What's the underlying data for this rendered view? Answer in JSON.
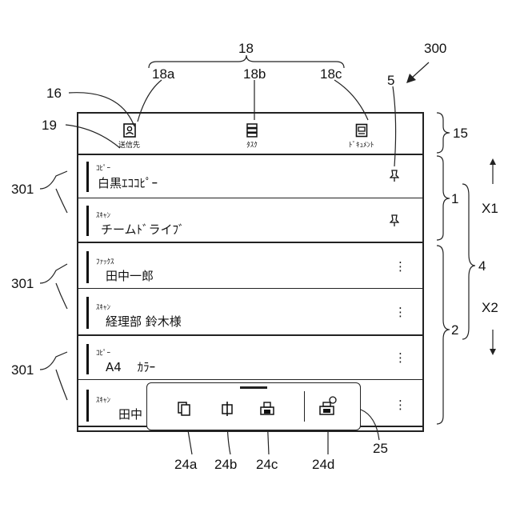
{
  "ref": {
    "r18": "18",
    "r18a": "18a",
    "r18b": "18b",
    "r18c": "18c",
    "r300": "300",
    "r16": "16",
    "r5": "5",
    "r19": "19",
    "r15": "15",
    "r301a": "301",
    "r301b": "301",
    "r301c": "301",
    "r1": "1",
    "r2": "2",
    "r4": "4",
    "rX1": "X1",
    "rX2": "X2",
    "r24a": "24a",
    "r24b": "24b",
    "r24c": "24c",
    "r24d": "24d",
    "r25": "25"
  },
  "tabs": [
    {
      "label": "送信先",
      "icon": "address-book-icon"
    },
    {
      "label": "ﾀｽｸ",
      "icon": "task-stack-icon"
    },
    {
      "label": "ﾄﾞｷｭﾒﾝﾄ",
      "icon": "document-icon"
    }
  ],
  "rows": [
    {
      "type": "ｺﾋﾟｰ",
      "title": "白黒ｴｺｺﾋﾟｰ",
      "action": "pin-icon"
    },
    {
      "type": "ｽｷｬﾝ",
      "title": "チームﾄﾞライﾌﾞ",
      "action": "pin-icon"
    },
    {
      "type": "ﾌｧｯｸｽ",
      "title": "田中一郎",
      "action": "more-icon"
    },
    {
      "type": "ｽｷｬﾝ",
      "title": "経理部 鈴木様",
      "action": "more-icon"
    },
    {
      "type": "ｺﾋﾟｰ",
      "title": "A4　 ｶﾗｰ",
      "action": "more-icon"
    },
    {
      "type": "ｽｷｬﾝ",
      "title": "田中",
      "action": "more-icon"
    }
  ],
  "kebab": "⋮",
  "popup": {
    "buttons": [
      "copy-icon",
      "rotate-icon",
      "print-icon",
      "fax-icon"
    ]
  }
}
